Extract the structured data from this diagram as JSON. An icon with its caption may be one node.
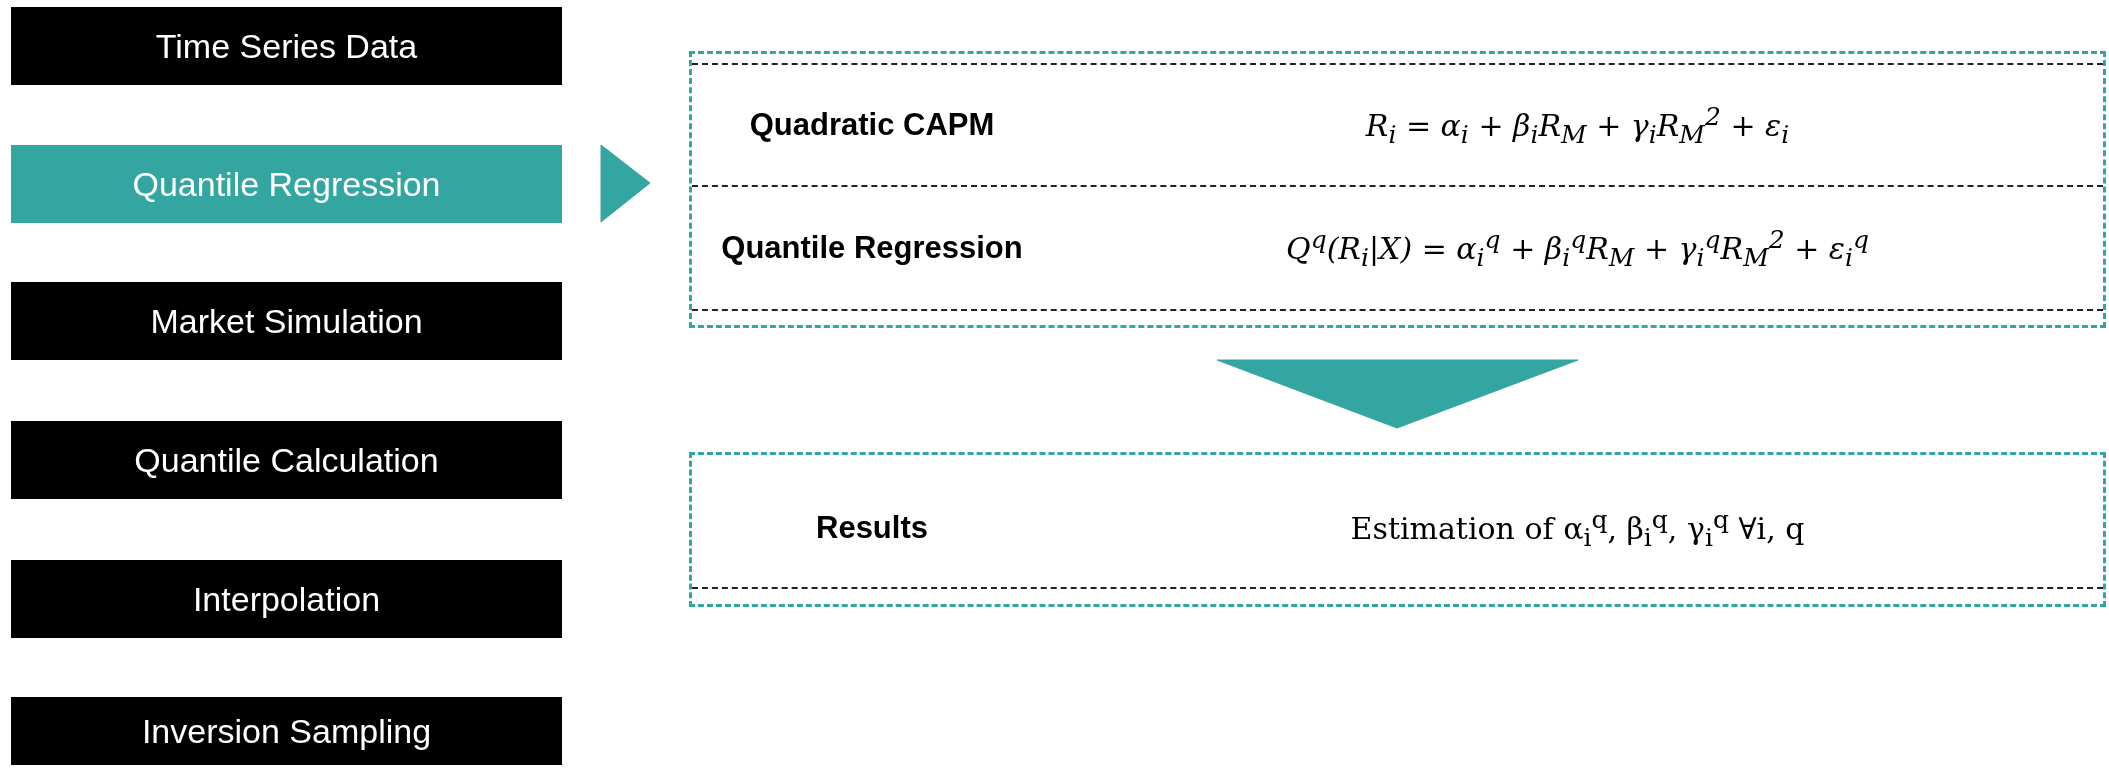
{
  "diagram": {
    "nodes": [
      {
        "text": [
          "Time Series Data"
        ]
      },
      {
        "text": [
          "Quantile Regression"
        ]
      },
      {
        "text": [
          "Market Simulation"
        ]
      },
      {
        "text": [
          "Quantile Calculation"
        ]
      },
      {
        "text": [
          "Interpolation"
        ]
      },
      {
        "text": [
          "Inversion Sampling"
        ]
      },
      {
        "text": [],
        "shape": "box"
      },
      {
        "text": [
          "Quadratic CAPM",
          "R$_{i}$ = α$_{i}$ + β$_{i}$R$_{M}$ + γ$_{i}$R$_{M}$$^{2}$ + ε$_{i}$"
        ],
        "in": 6
      },
      {
        "text": [
          "Quantile Regression",
          "Q$^{q}$(R$_{i}$|X) = α$_{i}$$^{q}$ + β$_{i}$$^{q}$R$_{M}$ + γ$_{i}$$^{q}$R$_{M}$$^{2}$ + ε$_{i}$$^{q}$"
        ],
        "in": 6
      },
      {
        "text": [],
        "shape": "box"
      },
      {
        "text": [
          "Results",
          "Estimation of α$_{i}$$^{q}$, β$_{i}$$^{q}$, γ$_{i}$$^{q}$ ∀i, q"
        ],
        "in": 9
      }
    ],
    "edges": [
      {
        "from": 1,
        "to": 6,
        "arrow": "to",
        "color": "#34a6a1"
      },
      {
        "from": 6,
        "to": 9,
        "arrow": "to",
        "color": "#34a6a1"
      }
    ]
  }
}
